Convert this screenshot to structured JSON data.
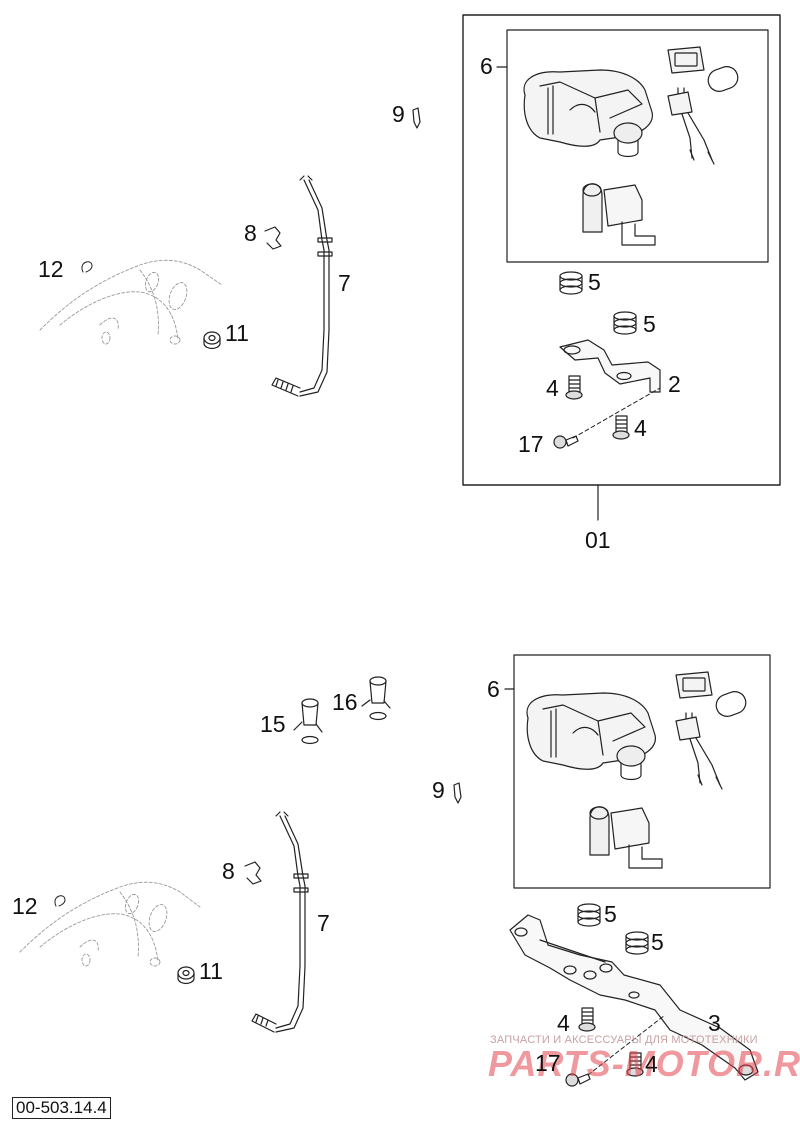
{
  "diagram_code": "00-503.14.4",
  "kit_label": "01",
  "top_labels": {
    "p6": "6",
    "p9": "9",
    "p8": "8",
    "p12": "12",
    "p7": "7",
    "p11": "11",
    "p5a": "5",
    "p5b": "5",
    "p4a": "4",
    "p2": "2",
    "p17": "17",
    "p4b": "4"
  },
  "bottom_labels": {
    "p6": "6",
    "p16": "16",
    "p15": "15",
    "p9": "9",
    "p8": "8",
    "p12": "12",
    "p7": "7",
    "p11": "11",
    "p5a": "5",
    "p5b": "5",
    "p4a": "4",
    "p3": "3",
    "p17": "17",
    "p4b": "4"
  },
  "watermark": {
    "caption": "ЗАПЧАСТИ И АКСЕССУАРЫ ДЛЯ МОТОТЕХНИКИ",
    "logo": "PARTS-MOTOR.RU"
  }
}
